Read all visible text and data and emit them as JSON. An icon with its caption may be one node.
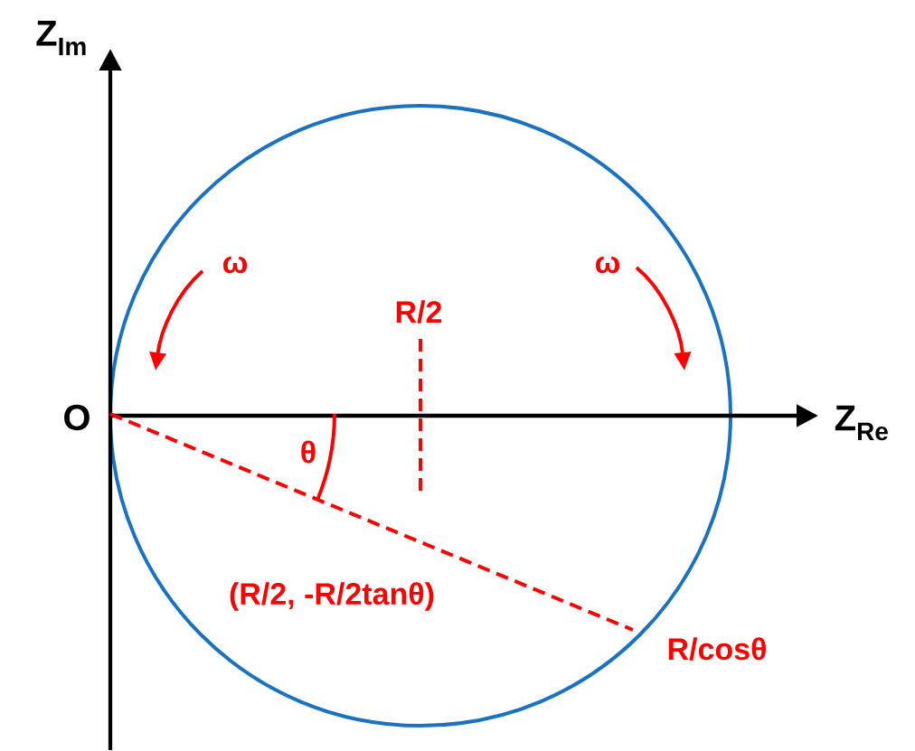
{
  "diagram": {
    "labels": [
      "Z$_{Im}$",
      "O",
      "Z$_{Re}$",
      "ω",
      "ω",
      "R/2",
      "θ",
      "(R/2, -R/2tanθ)",
      "R/cosθ"
    ]
  }
}
